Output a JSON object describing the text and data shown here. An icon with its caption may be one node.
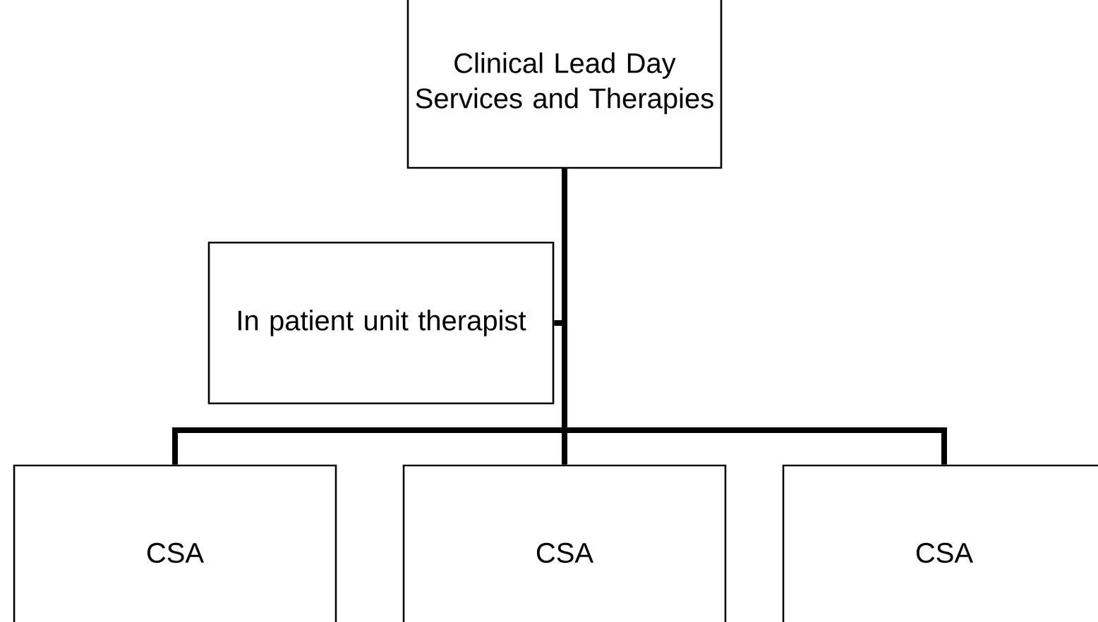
{
  "diagram": {
    "nodes": [
      {
        "text": [
          "Clinical Lead Day Services and Therapies"
        ]
      },
      {
        "text": [
          "In patient unit therapist"
        ]
      },
      {
        "text": [
          "CSA"
        ]
      },
      {
        "text": [
          "CSA"
        ]
      },
      {
        "text": [
          "CSA"
        ]
      }
    ],
    "edges": [
      {
        "from": 0,
        "to": 1,
        "arrow": "none"
      },
      {
        "from": 0,
        "to": 2,
        "arrow": "none"
      },
      {
        "from": 0,
        "to": 3,
        "arrow": "none"
      },
      {
        "from": 0,
        "to": 4,
        "arrow": "none"
      }
    ]
  }
}
